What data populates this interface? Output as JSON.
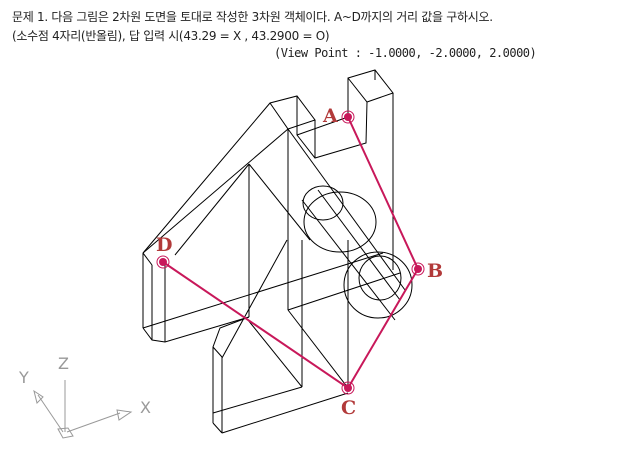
{
  "question": {
    "line1": "문제 1. 다음 그림은 2차원 도면을 토대로 작성한 3차원 객체이다. A~D까지의 거리 값을 구하시오.",
    "line2": "(소수점 4자리(반올림), 답 입력 시(43.29 = X , 43.2900 = O)",
    "view_point": "(View Point : -1.0000, -2.0000, 2.0000)"
  },
  "points": {
    "a": "A",
    "b": "B",
    "c": "C",
    "d": "D"
  },
  "axes": {
    "x": "X",
    "y": "Y",
    "z": "Z"
  },
  "colors": {
    "path": "#c8185a",
    "label": "#b23a3a",
    "wire": "#000000",
    "axis": "#999999"
  }
}
